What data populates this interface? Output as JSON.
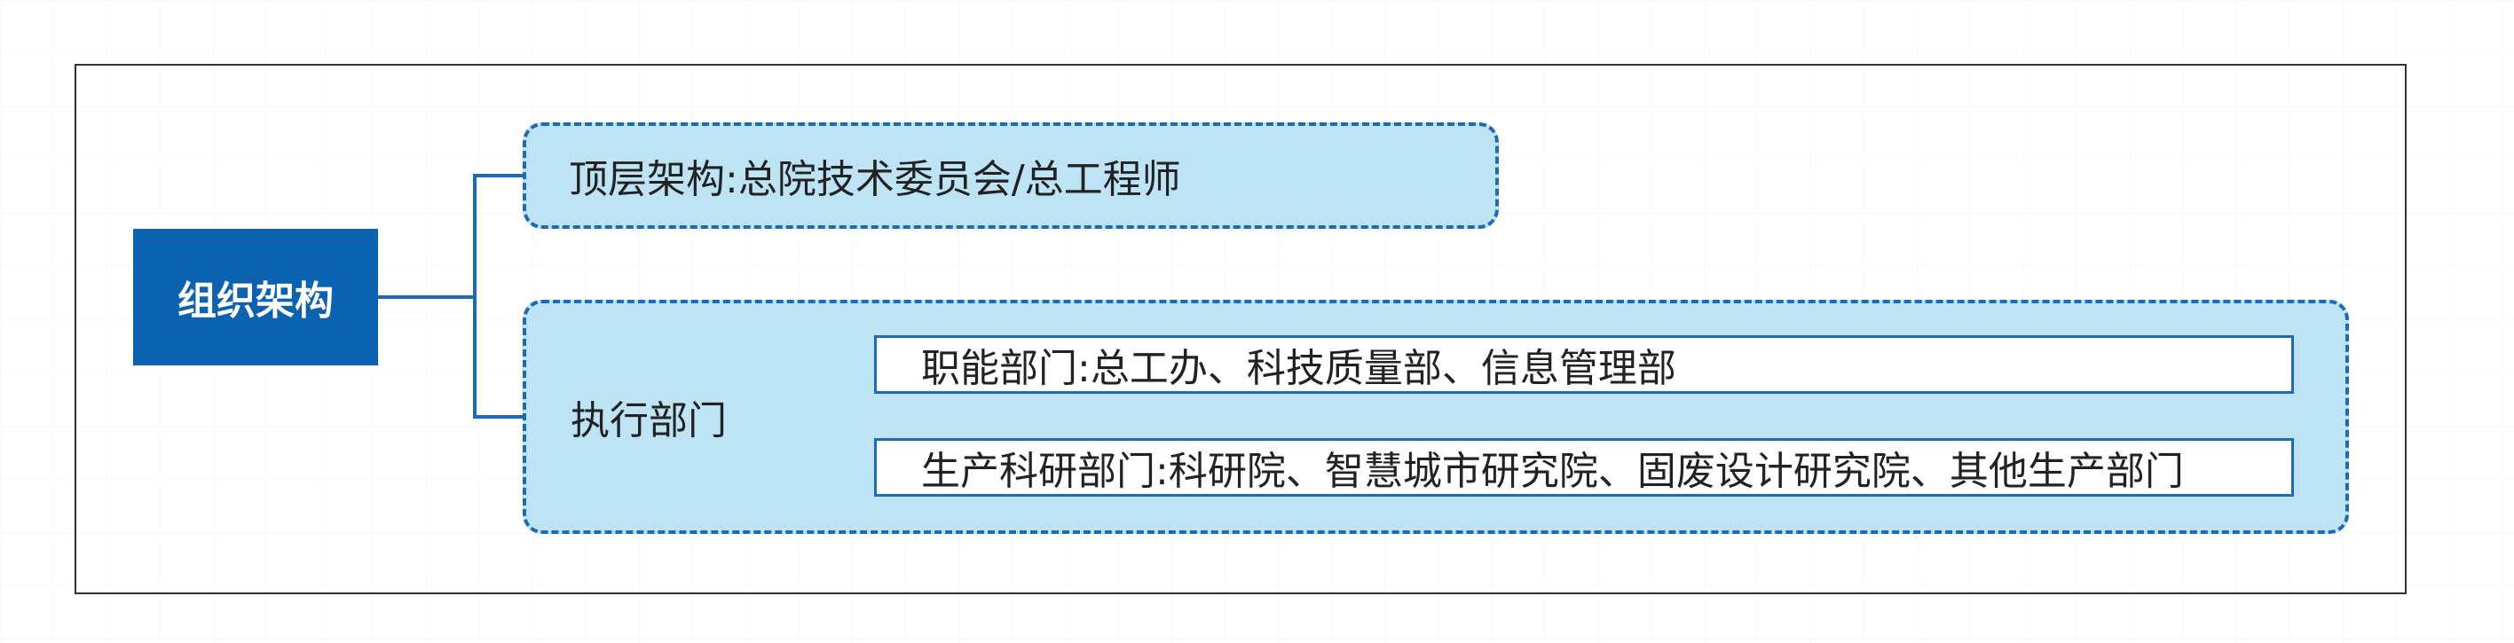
{
  "root": {
    "label": "组织架构"
  },
  "top_layer": {
    "label": "顶层架构:总院技术委员会/总工程师"
  },
  "exec": {
    "label": "执行部门",
    "children": [
      {
        "label": "职能部门:总工办、科技质量部、信息管理部"
      },
      {
        "label": "生产科研部门:科研院、智慧城市研究院、固废设计研究院、其他生产部门"
      }
    ]
  },
  "colors": {
    "root_fill": "#0a62b0",
    "node_fill": "#bde3f5",
    "border_blue": "#1d6bb6",
    "frame": "#333333"
  }
}
